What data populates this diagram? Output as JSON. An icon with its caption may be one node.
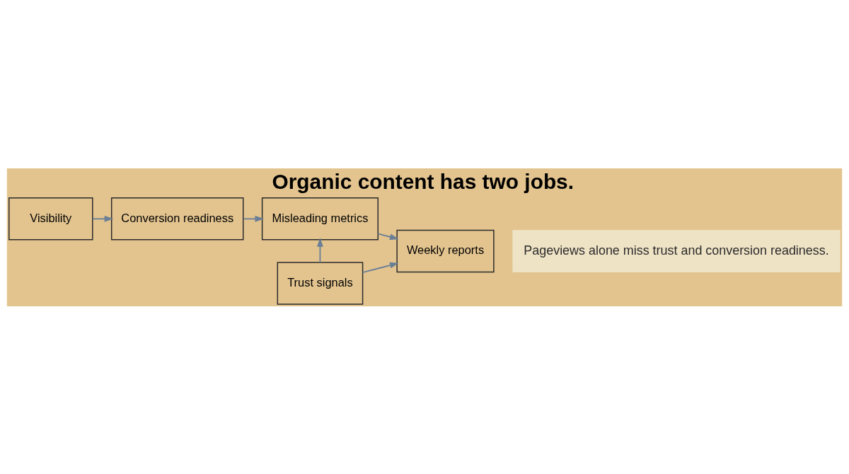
{
  "diagram": {
    "title": "Organic content has two jobs.",
    "caption": "Pageviews alone miss trust and conversion readiness.",
    "nodes": [
      {
        "text": [
          "Visibility"
        ]
      },
      {
        "text": [
          "Conversion readiness"
        ]
      },
      {
        "text": [
          "Misleading metrics"
        ]
      },
      {
        "text": [
          "Trust signals"
        ]
      },
      {
        "text": [
          "Weekly reports"
        ]
      }
    ],
    "edges": [
      {
        "from": 0,
        "to": 1,
        "arrow": "to"
      },
      {
        "from": 1,
        "to": 2,
        "arrow": "to"
      },
      {
        "from": 3,
        "to": 2,
        "arrow": "to"
      },
      {
        "from": 2,
        "to": 4,
        "arrow": "to"
      },
      {
        "from": 3,
        "to": 4,
        "arrow": "to"
      }
    ]
  }
}
